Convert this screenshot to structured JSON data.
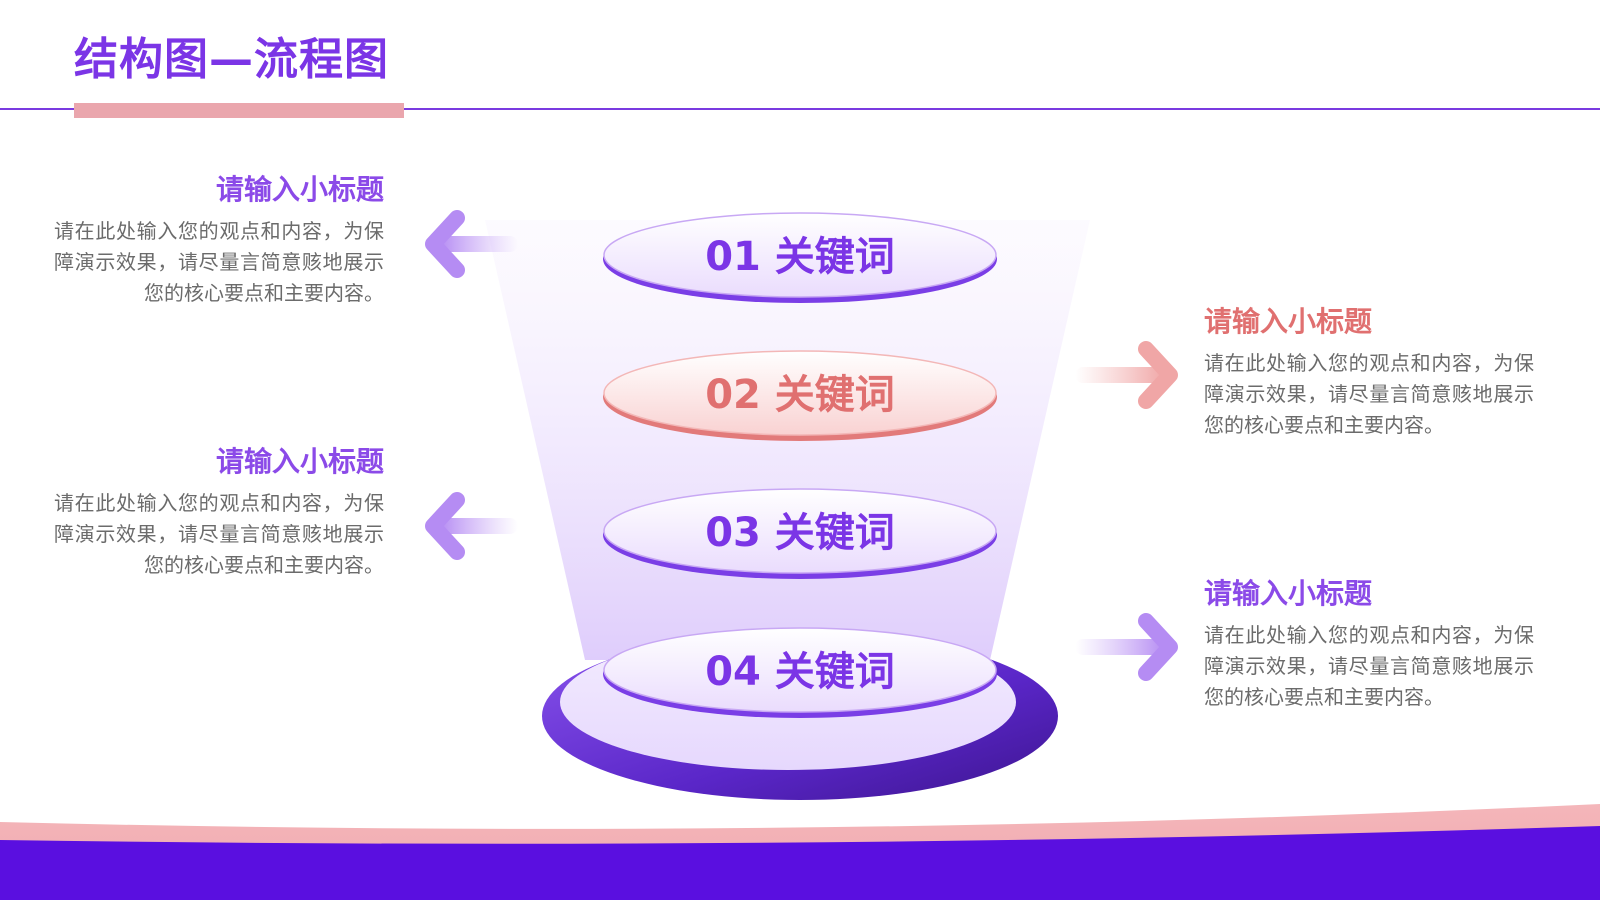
{
  "header": {
    "title": "结构图—流程图"
  },
  "colors": {
    "primary": "#7b35e6",
    "pink": "#e07070",
    "pink_light": "#eaa6ad",
    "deep_purple": "#5a0fe0",
    "text_gray": "#6b6b6b"
  },
  "levels": [
    {
      "label": "01 关键词",
      "color": "#7b35e6"
    },
    {
      "label": "02 关键词",
      "color": "#e07070"
    },
    {
      "label": "03 关键词",
      "color": "#7b35e6"
    },
    {
      "label": "04 关键词",
      "color": "#7b35e6"
    }
  ],
  "sections": [
    {
      "title": "请输入小标题",
      "body": "请在此处输入您的观点和内容，为保障演示效果，请尽量言简意赅地展示您的核心要点和主要内容。",
      "side": "left",
      "color": "#8b4ae8"
    },
    {
      "title": "请输入小标题",
      "body": "请在此处输入您的观点和内容，为保障演示效果，请尽量言简意赅地展示您的核心要点和主要内容。",
      "side": "right",
      "color": "#e07070"
    },
    {
      "title": "请输入小标题",
      "body": "请在此处输入您的观点和内容，为保障演示效果，请尽量言简意赅地展示您的核心要点和主要内容。",
      "side": "left",
      "color": "#8b4ae8"
    },
    {
      "title": "请输入小标题",
      "body": "请在此处输入您的观点和内容，为保障演示效果，请尽量言简意赅地展示您的核心要点和主要内容。",
      "side": "right",
      "color": "#8b4ae8"
    }
  ]
}
